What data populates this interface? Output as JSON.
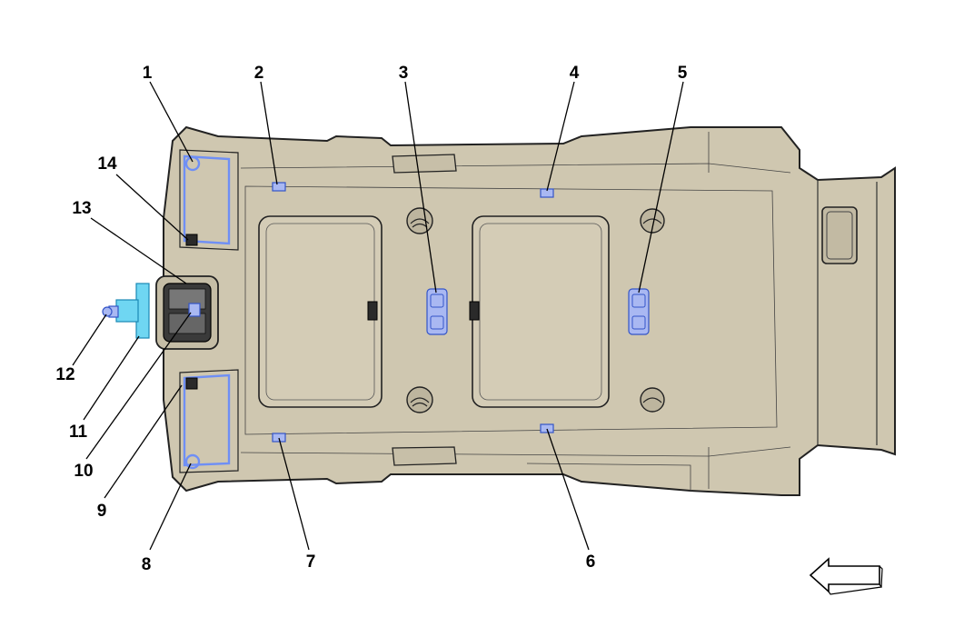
{
  "callouts": [
    {
      "id": "1",
      "label": "1"
    },
    {
      "id": "2",
      "label": "2"
    },
    {
      "id": "3",
      "label": "3"
    },
    {
      "id": "4",
      "label": "4"
    },
    {
      "id": "5",
      "label": "5"
    },
    {
      "id": "6",
      "label": "6"
    },
    {
      "id": "7",
      "label": "7"
    },
    {
      "id": "8",
      "label": "8"
    },
    {
      "id": "9",
      "label": "9"
    },
    {
      "id": "10",
      "label": "10"
    },
    {
      "id": "11",
      "label": "11"
    },
    {
      "id": "12",
      "label": "12"
    },
    {
      "id": "13",
      "label": "13"
    },
    {
      "id": "14",
      "label": "14"
    }
  ],
  "colors": {
    "headliner": "#cfc7b0",
    "highlight_blue": "#6f8ff5",
    "highlight_cyan": "#6fd6f2"
  },
  "icons": {
    "direction_arrow": "arrow-left-outline-icon"
  }
}
